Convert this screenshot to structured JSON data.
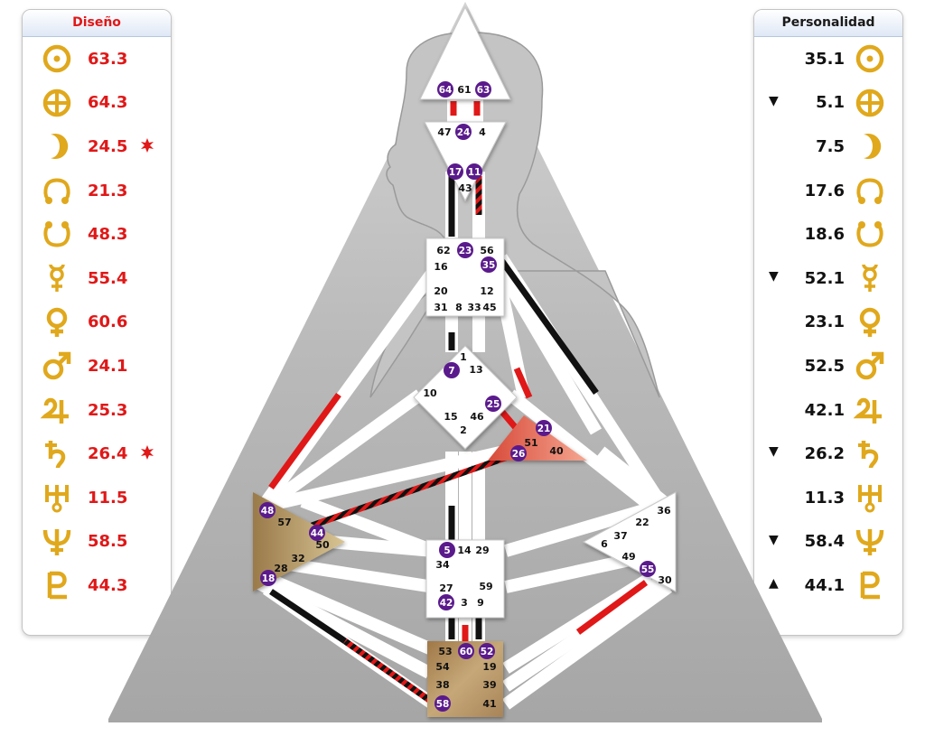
{
  "design": {
    "title": "Diseño",
    "rows": [
      {
        "planet": "sun-icon",
        "value": "63.3",
        "star": false
      },
      {
        "planet": "earth-icon",
        "value": "64.3",
        "star": false
      },
      {
        "planet": "moon-icon",
        "value": "24.5",
        "star": true
      },
      {
        "planet": "north-node-icon",
        "value": "21.3",
        "star": false
      },
      {
        "planet": "south-node-icon",
        "value": "48.3",
        "star": false
      },
      {
        "planet": "mercury-icon",
        "value": "55.4",
        "star": false
      },
      {
        "planet": "venus-icon",
        "value": "60.6",
        "star": false
      },
      {
        "planet": "mars-icon",
        "value": "24.1",
        "star": false
      },
      {
        "planet": "jupiter-icon",
        "value": "25.3",
        "star": false
      },
      {
        "planet": "saturn-icon",
        "value": "26.4",
        "star": true
      },
      {
        "planet": "uranus-icon",
        "value": "11.5",
        "star": false
      },
      {
        "planet": "neptune-icon",
        "value": "58.5",
        "star": false
      },
      {
        "planet": "pluto-icon",
        "value": "44.3",
        "star": false
      }
    ]
  },
  "personality": {
    "title": "Personalidad",
    "rows": [
      {
        "planet": "sun-icon",
        "value": "35.1",
        "arrow": ""
      },
      {
        "planet": "earth-icon",
        "value": "5.1",
        "arrow": "▼"
      },
      {
        "planet": "moon-icon",
        "value": "7.5",
        "arrow": ""
      },
      {
        "planet": "north-node-icon",
        "value": "17.6",
        "arrow": ""
      },
      {
        "planet": "south-node-icon",
        "value": "18.6",
        "arrow": ""
      },
      {
        "planet": "mercury-icon",
        "value": "52.1",
        "arrow": "▼"
      },
      {
        "planet": "venus-icon",
        "value": "23.1",
        "arrow": ""
      },
      {
        "planet": "mars-icon",
        "value": "52.5",
        "arrow": ""
      },
      {
        "planet": "jupiter-icon",
        "value": "42.1",
        "arrow": ""
      },
      {
        "planet": "saturn-icon",
        "value": "26.2",
        "arrow": "▼"
      },
      {
        "planet": "uranus-icon",
        "value": "11.3",
        "arrow": ""
      },
      {
        "planet": "neptune-icon",
        "value": "58.4",
        "arrow": "▼"
      },
      {
        "planet": "pluto-icon",
        "value": "44.1",
        "arrow": "▲"
      }
    ]
  },
  "colors": {
    "design_red": "#e01818",
    "personality_black": "#111111",
    "planet_gold": "#e0a81c",
    "active_gate": "#5a1a8c",
    "center_tan": "#b48c5a",
    "spleen_brown": "#a8895a",
    "emotional_red": "#e05a48"
  },
  "bodygraph": {
    "centers": {
      "head": {
        "name": "head-center",
        "gates": [
          "64",
          "61",
          "63"
        ]
      },
      "ajna": {
        "name": "ajna-center",
        "gates": [
          "47",
          "24",
          "4",
          "17",
          "11",
          "43"
        ]
      },
      "throat": {
        "name": "throat-center",
        "gates": [
          "62",
          "23",
          "56",
          "16",
          "35",
          "20",
          "12",
          "31",
          "8",
          "33",
          "45"
        ]
      },
      "g": {
        "name": "g-center",
        "gates": [
          "7",
          "1",
          "13",
          "10",
          "25",
          "15",
          "46",
          "2"
        ]
      },
      "heart": {
        "name": "heart-center",
        "gates": [
          "21",
          "51",
          "26",
          "40"
        ]
      },
      "spleen": {
        "name": "spleen-center",
        "gates": [
          "48",
          "57",
          "44",
          "50",
          "32",
          "28",
          "18"
        ]
      },
      "sacral": {
        "name": "sacral-center",
        "gates": [
          "5",
          "14",
          "29",
          "34",
          "27",
          "59",
          "42",
          "3",
          "9"
        ]
      },
      "solar": {
        "name": "solar-plexus-center",
        "gates": [
          "36",
          "22",
          "37",
          "6",
          "49",
          "55",
          "30"
        ]
      },
      "root": {
        "name": "root-center",
        "gates": [
          "53",
          "60",
          "52",
          "54",
          "19",
          "38",
          "39",
          "58",
          "41"
        ]
      }
    },
    "active_gates": [
      "64",
      "63",
      "24",
      "17",
      "11",
      "23",
      "35",
      "7",
      "25",
      "21",
      "26",
      "48",
      "44",
      "18",
      "5",
      "42",
      "55",
      "60",
      "52",
      "58"
    ]
  }
}
